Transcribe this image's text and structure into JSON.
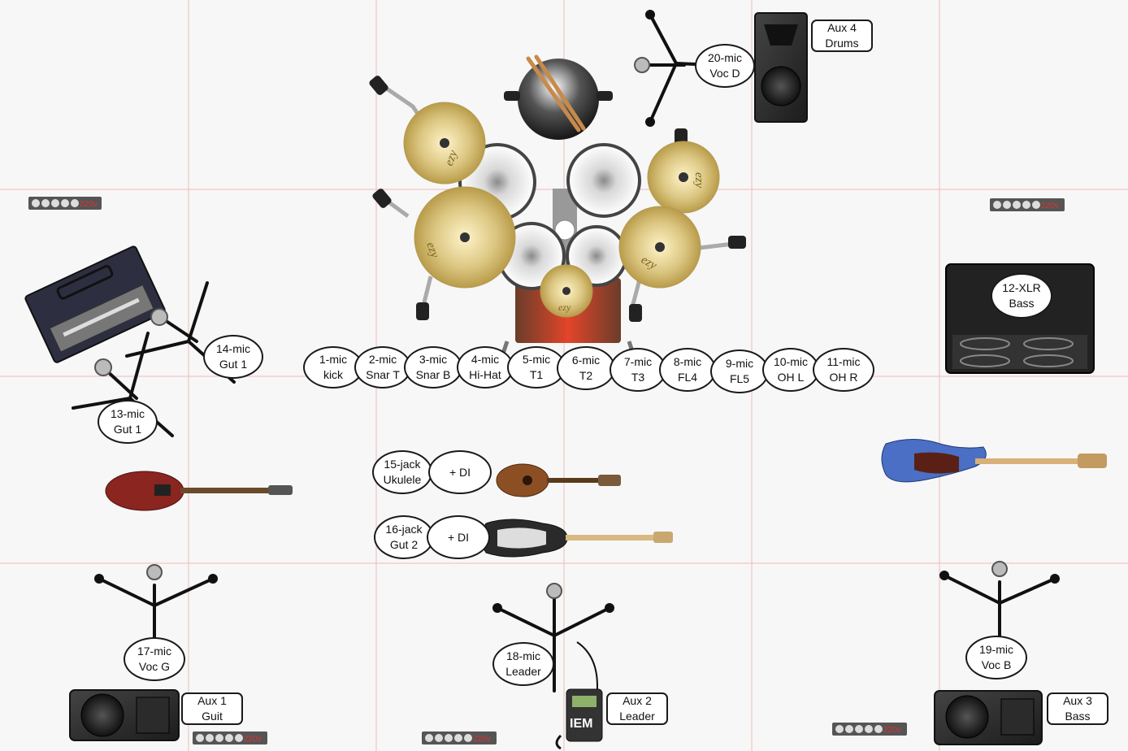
{
  "colors": {
    "grid": "#f2b8b8",
    "background": "#f7f7f7",
    "cymbal": "#d7c27a",
    "speaker": "#2b2b2b"
  },
  "drum_inputs": [
    {
      "l1": "1-mic",
      "l2": "kick"
    },
    {
      "l1": "2-mic",
      "l2": "Snar T"
    },
    {
      "l1": "3-mic",
      "l2": "Snar B"
    },
    {
      "l1": "4-mic",
      "l2": "Hi-Hat"
    },
    {
      "l1": "5-mic",
      "l2": "T1"
    },
    {
      "l1": "6-mic",
      "l2": "T2"
    },
    {
      "l1": "7-mic",
      "l2": "T3"
    },
    {
      "l1": "8-mic",
      "l2": "FL4"
    },
    {
      "l1": "9-mic",
      "l2": "FL5"
    },
    {
      "l1": "10-mic",
      "l2": "OH L"
    },
    {
      "l1": "11-mic",
      "l2": "OH R"
    }
  ],
  "inputs": {
    "bass_amp": {
      "l1": "12-XLR",
      "l2": "Bass"
    },
    "gut1_a": {
      "l1": "13-mic",
      "l2": "Gut 1"
    },
    "gut1_b": {
      "l1": "14-mic",
      "l2": "Gut 1"
    },
    "ukulele": {
      "l1": "15-jack",
      "l2": "Ukulele"
    },
    "ukulele_di": {
      "l1": "+ DI"
    },
    "gut2": {
      "l1": "16-jack",
      "l2": "Gut 2"
    },
    "gut2_di": {
      "l1": "+ DI"
    },
    "voc_g": {
      "l1": "17-mic",
      "l2": "Voc G"
    },
    "leader": {
      "l1": "18-mic",
      "l2": "Leader"
    },
    "voc_b": {
      "l1": "19-mic",
      "l2": "Voc B"
    },
    "voc_d": {
      "l1": "20-mic",
      "l2": "Voc D"
    }
  },
  "aux": {
    "aux1": {
      "l1": "Aux 1",
      "l2": "Guit"
    },
    "aux2": {
      "l1": "Aux 2",
      "l2": "Leader"
    },
    "aux3": {
      "l1": "Aux 3",
      "l2": "Bass"
    },
    "aux4": {
      "l1": "Aux 4",
      "l2": "Drums"
    }
  },
  "power_strip_label": "220v",
  "iem_label": "IEM",
  "cymbal_brand": "ezy"
}
